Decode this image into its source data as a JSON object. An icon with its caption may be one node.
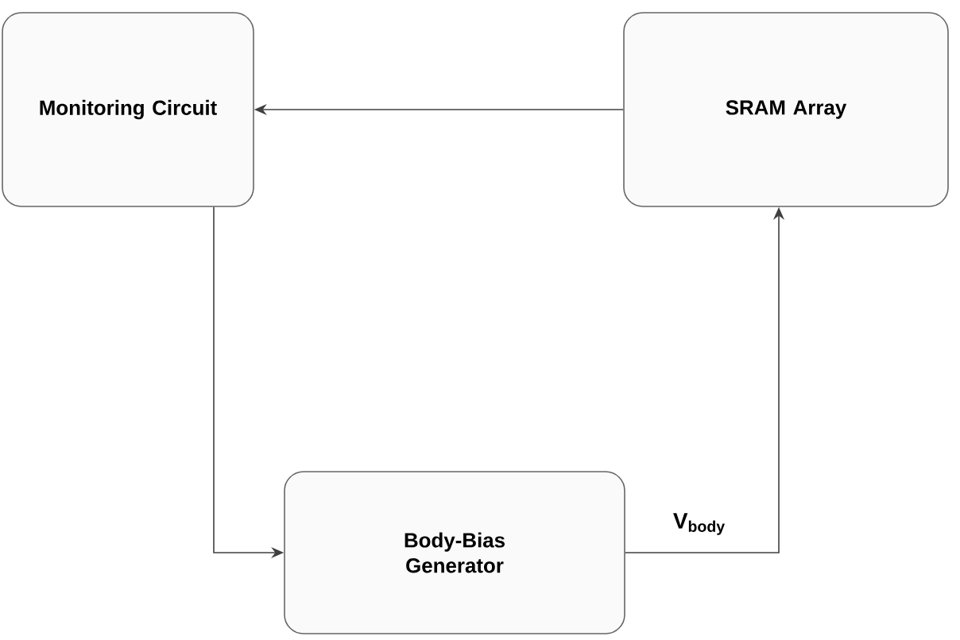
{
  "diagram": {
    "nodes": [
      {
        "text": [
          "Monitoring Circuit"
        ]
      },
      {
        "text": [
          "SRAM Array"
        ]
      },
      {
        "text": [
          "Body-Bias Generator"
        ]
      }
    ],
    "edges": [
      {
        "from": 1,
        "to": 0,
        "arrow": "to"
      },
      {
        "from": 0,
        "to": 2,
        "arrow": "to"
      },
      {
        "from": 2,
        "to": 1,
        "arrow": "to",
        "label": "V$_{body}$"
      }
    ]
  }
}
